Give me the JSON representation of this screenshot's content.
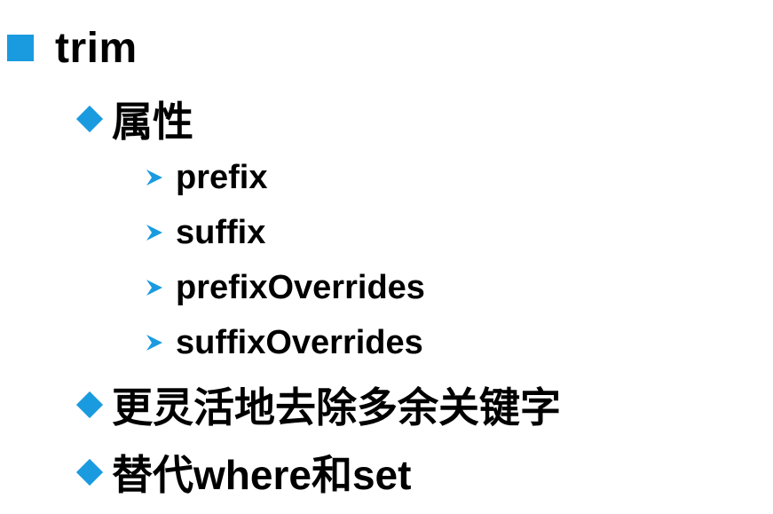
{
  "slide": {
    "title": "trim",
    "sections": [
      {
        "label": "属性",
        "items": [
          "prefix",
          "suffix",
          "prefixOverrides",
          "suffixOverrides"
        ]
      },
      {
        "label": "更灵活地去除多余关键字"
      },
      {
        "label": "替代where和set"
      }
    ]
  },
  "colors": {
    "bullet": "#1a9be0",
    "text": "#000000",
    "background": "#ffffff"
  },
  "icons": {
    "level1": "square-bullet-icon",
    "level2": "diamond-bullet-icon",
    "level3": "arrowhead-bullet-icon"
  }
}
